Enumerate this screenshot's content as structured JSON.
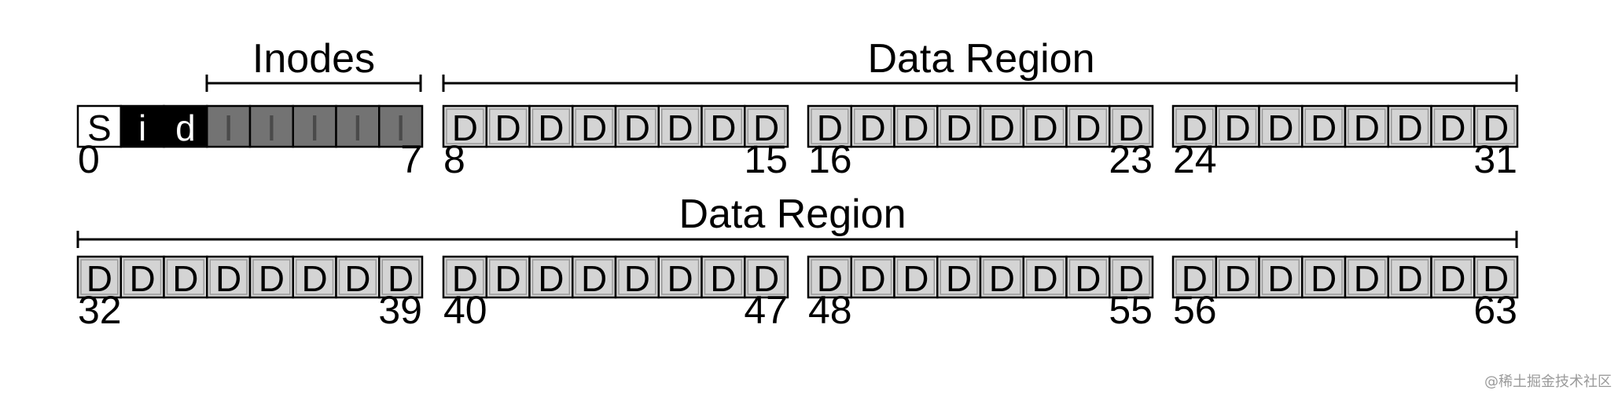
{
  "colors": {
    "superblock_fill": "#ffffff",
    "bitmap_fill": "#000000",
    "inode_fill": "#737373",
    "data_fill": "#d4d4d4",
    "border": "#000000"
  },
  "regions": {
    "inodes_label": "Inodes",
    "data_label_row1": "Data Region",
    "data_label_row2": "Data Region"
  },
  "rows": [
    {
      "groups": [
        {
          "start": "0",
          "end": "7",
          "blocks": [
            "S",
            "i",
            "d",
            "I",
            "I",
            "I",
            "I",
            "I"
          ],
          "kinds": [
            "super",
            "bitmap",
            "bitmap",
            "inode",
            "inode",
            "inode",
            "inode",
            "inode"
          ]
        },
        {
          "start": "8",
          "end": "15",
          "blocks": [
            "D",
            "D",
            "D",
            "D",
            "D",
            "D",
            "D",
            "D"
          ],
          "kinds": [
            "data",
            "data",
            "data",
            "data",
            "data",
            "data",
            "data",
            "data"
          ]
        },
        {
          "start": "16",
          "end": "23",
          "blocks": [
            "D",
            "D",
            "D",
            "D",
            "D",
            "D",
            "D",
            "D"
          ],
          "kinds": [
            "data",
            "data",
            "data",
            "data",
            "data",
            "data",
            "data",
            "data"
          ]
        },
        {
          "start": "24",
          "end": "31",
          "blocks": [
            "D",
            "D",
            "D",
            "D",
            "D",
            "D",
            "D",
            "D"
          ],
          "kinds": [
            "data",
            "data",
            "data",
            "data",
            "data",
            "data",
            "data",
            "data"
          ]
        }
      ]
    },
    {
      "groups": [
        {
          "start": "32",
          "end": "39",
          "blocks": [
            "D",
            "D",
            "D",
            "D",
            "D",
            "D",
            "D",
            "D"
          ],
          "kinds": [
            "data",
            "data",
            "data",
            "data",
            "data",
            "data",
            "data",
            "data"
          ]
        },
        {
          "start": "40",
          "end": "47",
          "blocks": [
            "D",
            "D",
            "D",
            "D",
            "D",
            "D",
            "D",
            "D"
          ],
          "kinds": [
            "data",
            "data",
            "data",
            "data",
            "data",
            "data",
            "data",
            "data"
          ]
        },
        {
          "start": "48",
          "end": "55",
          "blocks": [
            "D",
            "D",
            "D",
            "D",
            "D",
            "D",
            "D",
            "D"
          ],
          "kinds": [
            "data",
            "data",
            "data",
            "data",
            "data",
            "data",
            "data",
            "data"
          ]
        },
        {
          "start": "56",
          "end": "63",
          "blocks": [
            "D",
            "D",
            "D",
            "D",
            "D",
            "D",
            "D",
            "D"
          ],
          "kinds": [
            "data",
            "data",
            "data",
            "data",
            "data",
            "data",
            "data",
            "data"
          ]
        }
      ]
    }
  ],
  "watermark": "@稀土掘金技术社区"
}
